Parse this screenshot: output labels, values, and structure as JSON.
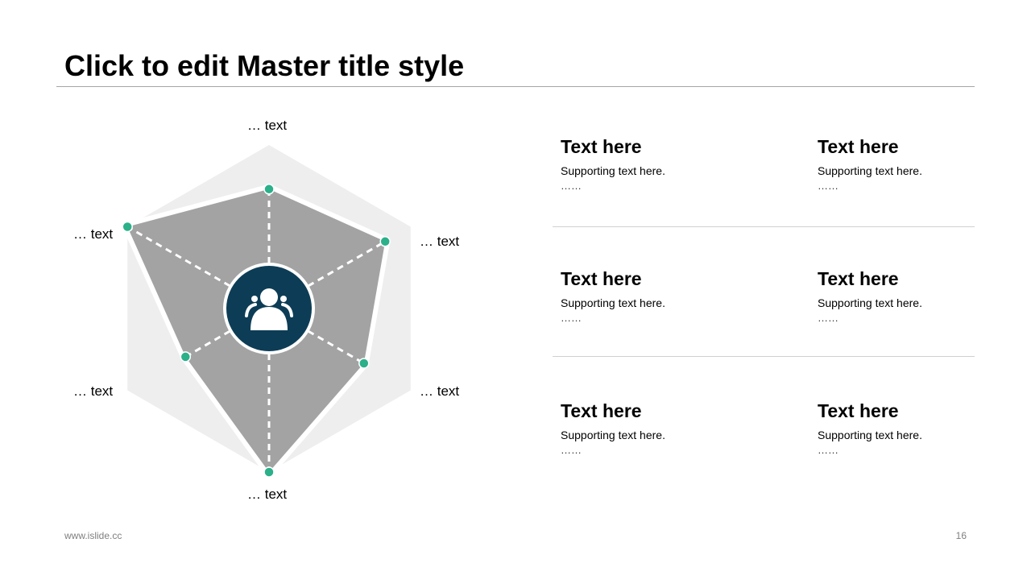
{
  "slide": {
    "title": "Click to edit Master title style",
    "footer_url": "www.islide.cc",
    "page_number": "16"
  },
  "colors": {
    "accent": "#2bb08a",
    "icon_circle": "#0d3d56",
    "shape_fill": "#a3a3a3",
    "background_hexagon": "#eeeeee"
  },
  "radar": {
    "axis_labels": [
      "… text",
      "… text",
      "… text",
      "… text",
      "… text",
      "… text"
    ],
    "values": [
      0.73,
      0.82,
      0.67,
      1.0,
      0.59,
      1.0
    ],
    "center_icon": "user-group-icon"
  },
  "cards": [
    {
      "title": "Text here",
      "text": "Supporting text here.",
      "dots": "……"
    },
    {
      "title": "Text here",
      "text": "Supporting text here.",
      "dots": "……"
    },
    {
      "title": "Text here",
      "text": "Supporting text here.",
      "dots": "……"
    },
    {
      "title": "Text here",
      "text": "Supporting text here.",
      "dots": "……"
    },
    {
      "title": "Text here",
      "text": "Supporting text here.",
      "dots": "……"
    },
    {
      "title": "Text here",
      "text": "Supporting text here.",
      "dots": "……"
    }
  ]
}
